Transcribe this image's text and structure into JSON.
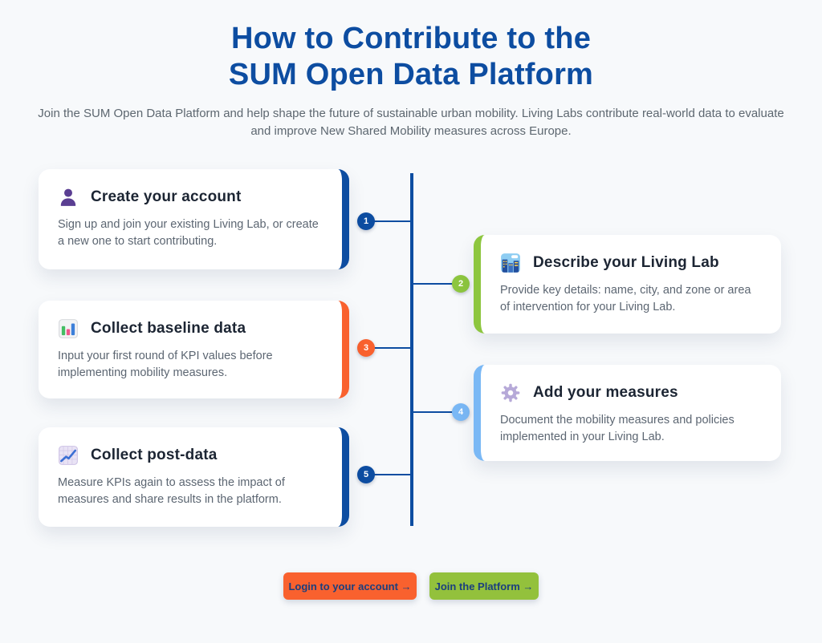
{
  "page": {
    "title_line1": "How to Contribute to the",
    "title_line2": "SUM Open Data Platform",
    "subtitle": "Join the SUM Open Data Platform and help shape the future of sustainable urban mobility. Living Labs contribute real-world data to evaluate and improve New Shared Mobility measures across Europe."
  },
  "steps": [
    {
      "number": "1",
      "title": "Create your account",
      "description": "Sign up and join your existing Living Lab, or create a new one to start contributing.",
      "icon": "person-icon",
      "accent_color": "#0d4da1",
      "side": "left"
    },
    {
      "number": "2",
      "title": "Describe your Living Lab",
      "description": "Provide key details: name, city, and zone or area of intervention for your Living Lab.",
      "icon": "cityscape-icon",
      "accent_color": "#8dc63f",
      "side": "right"
    },
    {
      "number": "3",
      "title": "Collect baseline data",
      "description": "Input your first round of KPI values before implementing mobility measures.",
      "icon": "bar-chart-icon",
      "accent_color": "#f9612e",
      "side": "left"
    },
    {
      "number": "4",
      "title": "Add your measures",
      "description": "Document the mobility measures and policies implemented in your Living Lab.",
      "icon": "gear-icon",
      "accent_color": "#7ab8f5",
      "side": "right"
    },
    {
      "number": "5",
      "title": "Collect post-data",
      "description": "Measure KPIs again to assess the impact of measures and share results in the platform.",
      "icon": "chart-increasing-icon",
      "accent_color": "#0d4da1",
      "side": "left"
    }
  ],
  "actions": {
    "login_label": "Login to your account →",
    "join_label": "Join the Platform →"
  },
  "colors": {
    "heading_blue": "#0d4da1",
    "timeline_blue": "#0d4da1",
    "accent_dark_blue": "#0d4da1",
    "accent_green": "#8dc63f",
    "accent_orange": "#f9612e",
    "accent_light_blue": "#7ab8f5",
    "login_button_bg": "#f9612e",
    "join_button_bg": "#93c13c",
    "button_text": "#1b3f7e",
    "page_background": "#f7f9fb"
  }
}
